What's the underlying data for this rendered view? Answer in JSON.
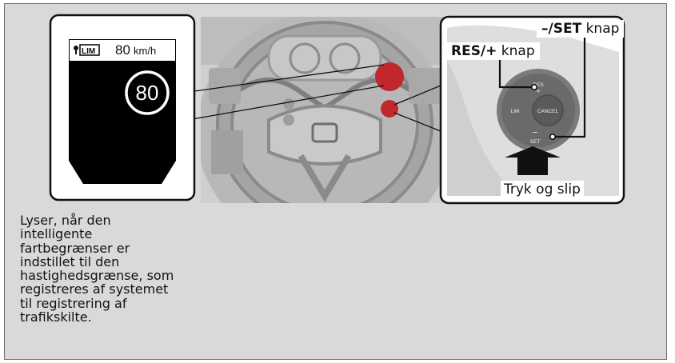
{
  "display": {
    "lim_label": "LIM",
    "speed_readout": "80",
    "speed_unit": "km/h",
    "sign_value": "80"
  },
  "switch": {
    "res_label": "RES",
    "plus": "+",
    "lim_label": "LIM",
    "cancel_label": "CANCEL",
    "minus": "−",
    "set_label": "SET"
  },
  "callouts": {
    "set_button_bold": "–/SET",
    "set_button_rest": " knap",
    "res_button_bold": "RES/+",
    "res_button_rest": " knap",
    "press_release": "Tryk og slip"
  },
  "description": "Lyser, når den\nintelligente\nfartbegrænser er\nindstillet til den\nhastighedsgrænse, som\nregistreres af systemet\ntil registrering af\ntrafikskilte.",
  "colors": {
    "panel_bg": "#d9d9d9",
    "highlight_dot": "#c0282d",
    "display_bg": "#000000"
  }
}
